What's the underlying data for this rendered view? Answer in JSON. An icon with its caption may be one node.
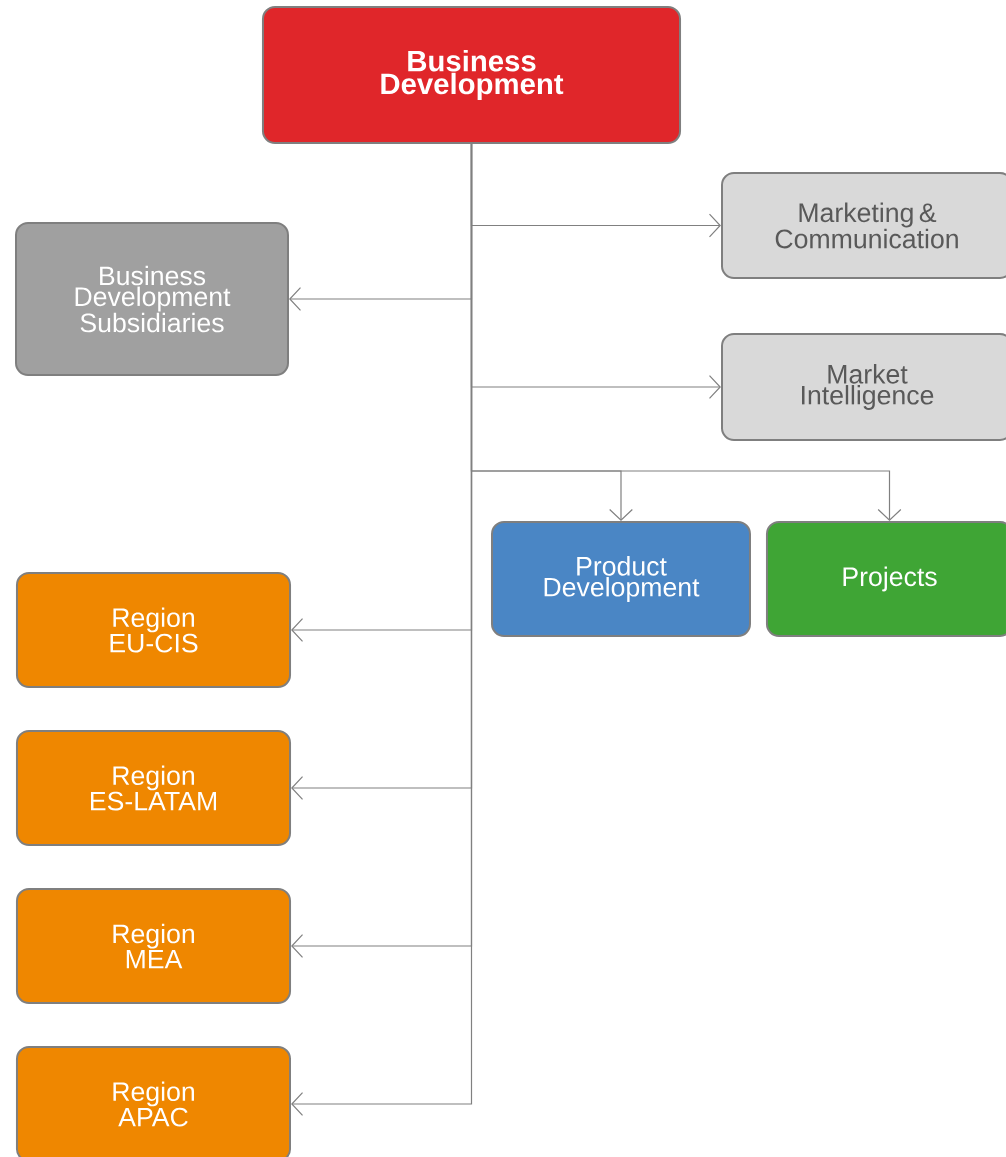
{
  "diagram": {
    "nodes": [
      {
        "text": [
          "Business Development"
        ]
      },
      {
        "text": [
          "Business Development Subsidiaries"
        ]
      },
      {
        "text": [
          "Marketing & Communication"
        ]
      },
      {
        "text": [
          "Market Intelligence"
        ]
      },
      {
        "text": [
          "Product Development"
        ]
      },
      {
        "text": [
          "Projects"
        ]
      },
      {
        "text": [
          "Region EU-CIS"
        ]
      },
      {
        "text": [
          "Region ES-LATAM"
        ]
      },
      {
        "text": [
          "Region MEA"
        ]
      },
      {
        "text": [
          "Region APAC"
        ]
      }
    ],
    "edges": [
      {
        "from": 0,
        "to": 2,
        "arrow": "to"
      },
      {
        "from": 0,
        "to": 1,
        "arrow": "to"
      },
      {
        "from": 0,
        "to": 3,
        "arrow": "to"
      },
      {
        "from": 0,
        "to": 4,
        "arrow": "to"
      },
      {
        "from": 0,
        "to": 5,
        "arrow": "to"
      },
      {
        "from": 0,
        "to": 6,
        "arrow": "to"
      },
      {
        "from": 0,
        "to": 7,
        "arrow": "to"
      },
      {
        "from": 0,
        "to": 8,
        "arrow": "to"
      },
      {
        "from": 0,
        "to": 9,
        "arrow": "to"
      }
    ]
  }
}
